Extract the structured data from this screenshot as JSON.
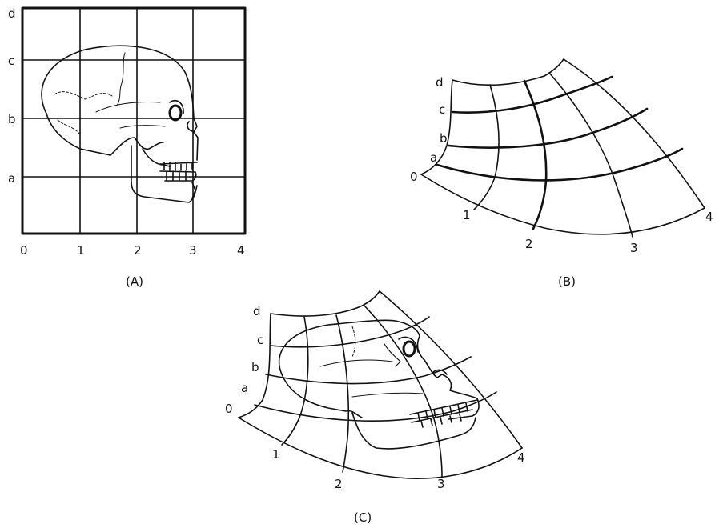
{
  "panels": {
    "a": {
      "caption": "(A)",
      "row_labels": [
        "d",
        "c",
        "b",
        "a"
      ],
      "col_labels": [
        "0",
        "1",
        "2",
        "3",
        "4"
      ]
    },
    "b": {
      "caption": "(B)",
      "row_labels": [
        "d",
        "c",
        "b",
        "a",
        "0"
      ],
      "col_labels": [
        "1",
        "2",
        "3",
        "4"
      ]
    },
    "c": {
      "caption": "(C)",
      "row_labels": [
        "d",
        "c",
        "b",
        "a",
        "0"
      ],
      "col_labels": [
        "1",
        "2",
        "3",
        "4"
      ]
    }
  },
  "colors": {
    "ink": "#111111",
    "background": "#ffffff"
  }
}
